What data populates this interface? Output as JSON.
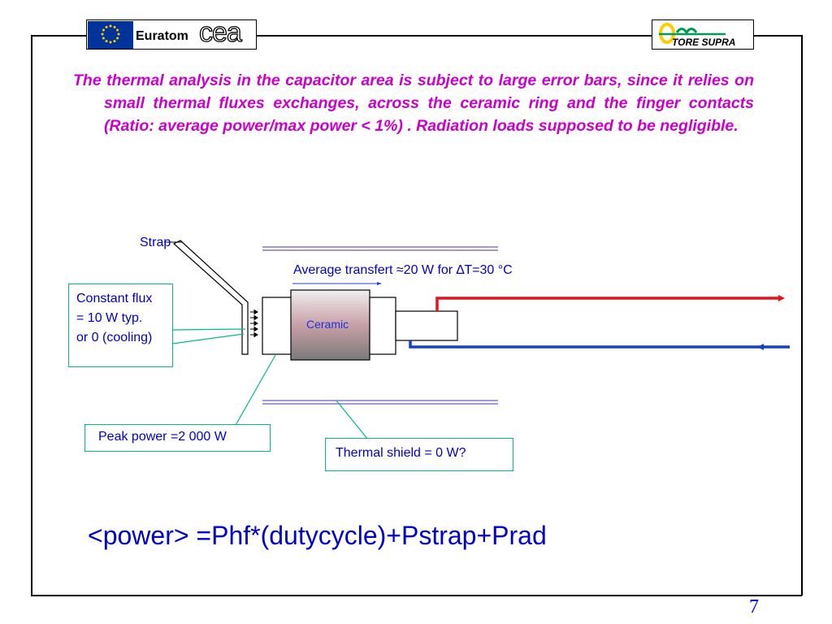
{
  "header": {
    "euratom_label": "Euratom",
    "cea_label": "cea",
    "tore_supra_label": "TORE SUPRA"
  },
  "intro_text": "The thermal analysis in the capacitor area is subject to large error bars, since it relies on small thermal fluxes exchanges, across the ceramic ring and the finger contacts (Ratio: average power/max power < 1%) . Radiation loads supposed to be negligible.",
  "diagram": {
    "strap_label": "Strap",
    "average_transfert_label": "Average transfert ≈20 W for ∆T=30 °C",
    "ceramic_label": "Ceramic",
    "constant_flux_lines": [
      "Constant flux",
      "= 10 W typ.",
      "or 0 (cooling)"
    ],
    "peak_power_label": "Peak power =2 000 W",
    "thermal_shield_label": "Thermal shield = 0 W?"
  },
  "formula": "<power> =Phf*(dutycycle)+Pstrap+Prad",
  "page_number": "7",
  "colors": {
    "text_magenta": "#cc00cc",
    "text_blue": "#0000cc",
    "callout_border": "#00bb88",
    "hot_line": "#e8101a",
    "cold_line": "#1040cc",
    "ceramic_fill": "#c8a0a8",
    "euro_blue": "#003399",
    "euro_star": "#ffcc00",
    "tore_green": "#009955",
    "tore_yellow": "#ffcc00"
  }
}
